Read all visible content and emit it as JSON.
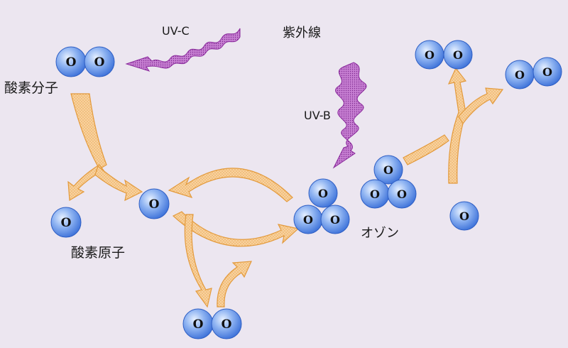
{
  "labels": {
    "uv_c": "UV-C",
    "uv_b": "UV-B",
    "uv": "紫外線",
    "oxygen_molecule": "酸素分子",
    "oxygen_atom": "酸素原子",
    "ozone": "オゾン"
  },
  "atom_symbol": "O",
  "colors": {
    "background": "#ece6f0",
    "atom_light": "#e6f0ff",
    "atom_mid": "#8fb4f2",
    "atom_dark": "#3a6fd8",
    "arrow_fill": "#f6c68a",
    "arrow_stroke": "#e39a3c",
    "wave": "#a23fb0"
  }
}
